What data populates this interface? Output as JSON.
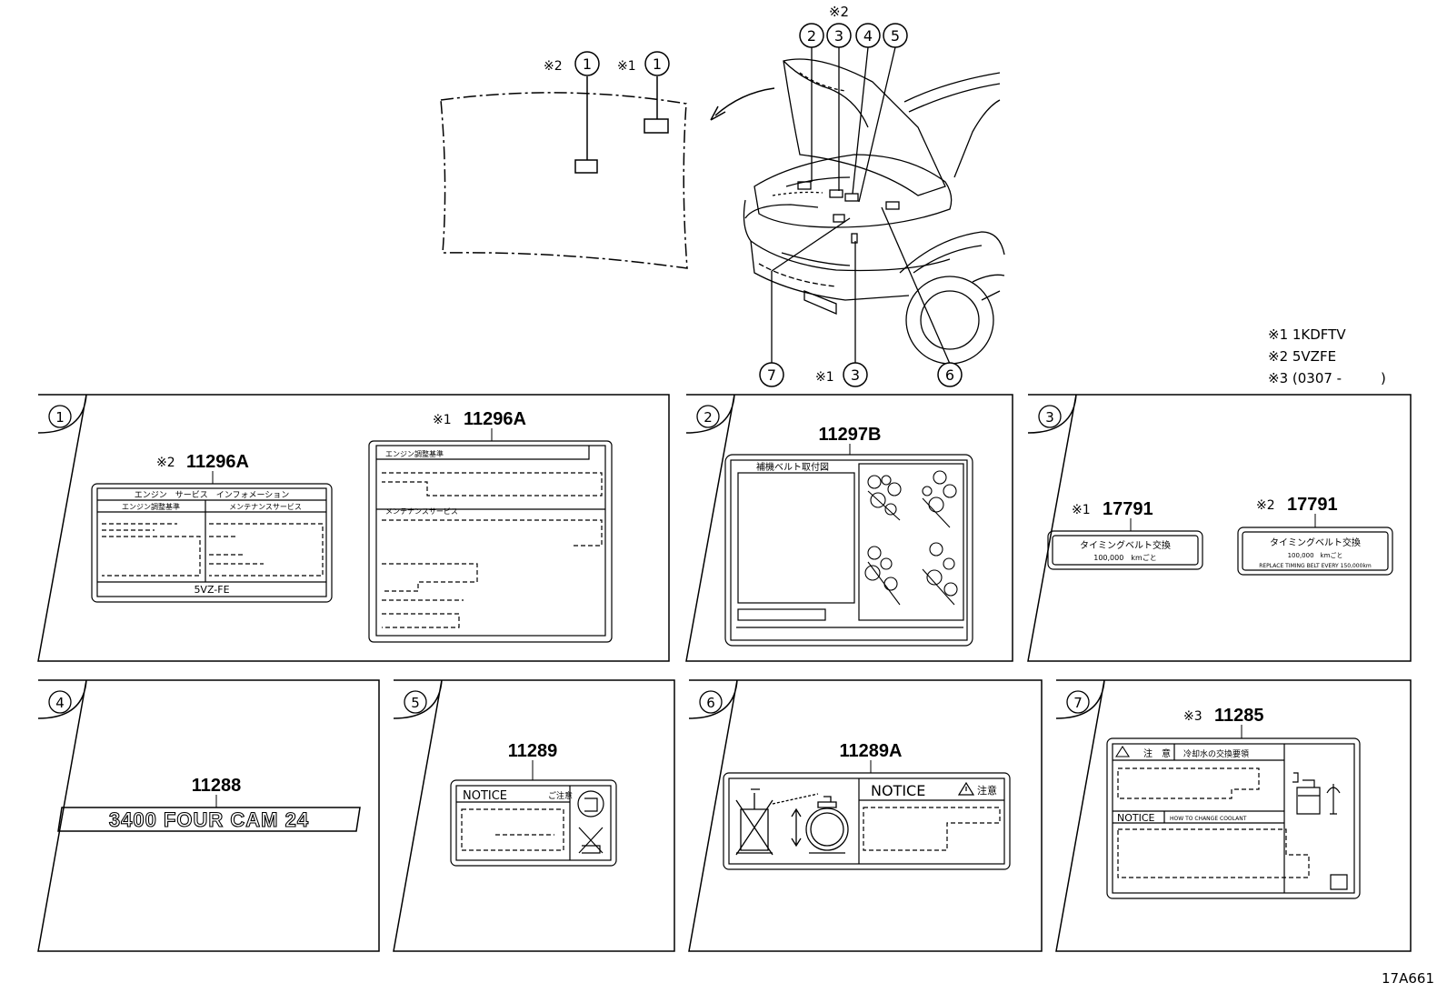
{
  "notes": {
    "n1": "※1 1KDFTV",
    "n2": "※2 5VZFE",
    "n3": "※3 (0307 -         )"
  },
  "diagram_code": "17A661",
  "callouts": {
    "hood_c2": "※2",
    "hood_c1": "※1",
    "engine_c2": "※2",
    "bottom_c1": "※1",
    "nums": [
      "1",
      "2",
      "3",
      "4",
      "5",
      "6",
      "7"
    ]
  },
  "panels": {
    "p1": {
      "num": "1",
      "a_mark": "※2",
      "a_part": "11296A",
      "a_title": "エンジン　サービス　インフォメーション",
      "a_col1": "エンジン調整基準",
      "a_col2": "メンテナンスサービス",
      "a_footer": "5VZ-FE",
      "b_mark": "※1",
      "b_part": "11296A",
      "b_row1": "エンジン調整基準",
      "b_row2": "メンテナンスサービス"
    },
    "p2": {
      "num": "2",
      "part": "11297B",
      "title": "補機ベルト取付図"
    },
    "p3": {
      "num": "3",
      "a_mark": "※1",
      "a_part": "17791",
      "a_line1": "タイミングベルト交換",
      "a_line2": "100,000　kmごと",
      "b_mark": "※2",
      "b_part": "17791",
      "b_line1": "タイミングベルト交換",
      "b_line2": "100,000　kmごと",
      "b_line3": "REPLACE TIMING BELT EVERY 150,000km"
    },
    "p4": {
      "num": "4",
      "part": "11288",
      "emblem": "3400 FOUR CAM 24"
    },
    "p5": {
      "num": "5",
      "part": "11289",
      "notice": "NOTICE",
      "jp": "ご注意"
    },
    "p6": {
      "num": "6",
      "part": "11289A",
      "notice": "NOTICE",
      "jp": "注意"
    },
    "p7": {
      "num": "7",
      "mark": "※3",
      "part": "11285",
      "caution": "注　意",
      "title_jp": "冷却水の交換要領",
      "notice": "NOTICE",
      "notice_en": "HOW TO CHANGE COOLANT"
    }
  },
  "icons": {
    "car": "vehicle-front-icon",
    "hood": "hood-outline-icon",
    "arrow": "curved-arrow-icon",
    "belt": "belt-routing-icon",
    "warning": "warning-triangle-icon",
    "coolant": "coolant-tank-icon"
  }
}
